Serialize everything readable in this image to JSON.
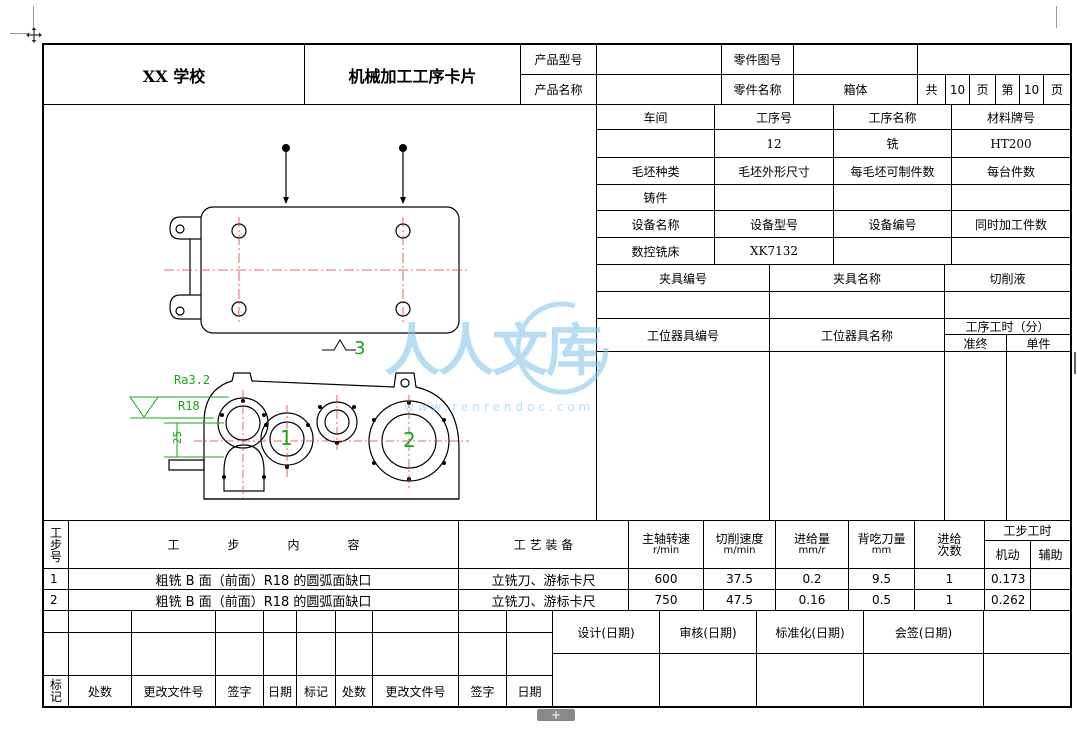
{
  "header": {
    "school": "XX 学校",
    "card_title": "机械加工工序卡片",
    "product_model_label": "产品型号",
    "product_model_value": "",
    "product_name_label": "产品名称",
    "product_name_value": "",
    "part_drawing_label": "零件图号",
    "part_drawing_value": "",
    "part_name_label": "零件名称",
    "part_name_value": "箱体",
    "total_label": "共",
    "total_pages": "10",
    "page_unit1": "页",
    "page_label": "第",
    "page_no": "10",
    "page_unit2": "页"
  },
  "process": {
    "workshop_label": "车间",
    "process_no_label": "工序号",
    "process_name_label": "工序名称",
    "material_label": "材料牌号",
    "workshop_value": "",
    "process_no_value": "12",
    "process_name_value": "铣",
    "material_value": "HT200",
    "blank_type_label": "毛坯种类",
    "blank_size_label": "毛坯外形尺寸",
    "parts_per_blank_label": "每毛坯可制件数",
    "parts_per_unit_label": "每台件数",
    "blank_type_value": "铸件",
    "equipment_name_label": "设备名称",
    "equipment_model_label": "设备型号",
    "equipment_no_label": "设备编号",
    "simultaneous_label": "同时加工件数",
    "equipment_name_value": "数控铣床",
    "equipment_model_value": "XK7132",
    "fixture_no_label": "夹具编号",
    "fixture_name_label": "夹具名称",
    "coolant_label": "切削液",
    "station_tool_no_label": "工位器具编号",
    "station_tool_name_label": "工位器具名称",
    "process_time_label": "工序工时（分）",
    "prep_label": "准终",
    "unit_label": "单件"
  },
  "drawing": {
    "label_3": "3",
    "label_1": "1",
    "label_2": "2",
    "roughness": "Ra3.2",
    "radius": "R18",
    "dim_25": "25"
  },
  "watermark": {
    "text": "人人文库",
    "url": "www.renrendoc.com"
  },
  "steps_header": {
    "step_no": [
      "工",
      "步",
      "号"
    ],
    "content": "工　　　　步　　　　内　　　　容",
    "equipment": "工 艺 装 备",
    "spindle": "主轴转速",
    "spindle_unit": "r/min",
    "cutting_speed": "切削速度",
    "cutting_speed_unit": "m/min",
    "feed": "进给量",
    "feed_unit": "mm/r",
    "depth": "背吃刀量",
    "depth_unit": "mm",
    "passes": [
      "进给",
      "次数"
    ],
    "step_time": "工步工时",
    "machine_time": "机动",
    "aux_time": "辅助"
  },
  "steps": [
    {
      "no": "1",
      "content": "粗铣 B 面（前面）R18 的圆弧面缺口",
      "equipment": "立铣刀、游标卡尺",
      "spindle": "600",
      "speed": "37.5",
      "feed": "0.2",
      "depth": "9.5",
      "passes": "1",
      "machine": "0.173",
      "aux": ""
    },
    {
      "no": "2",
      "content": "粗铣 B 面（前面）R18 的圆弧面缺口",
      "equipment": "立铣刀、游标卡尺",
      "spindle": "750",
      "speed": "47.5",
      "feed": "0.16",
      "depth": "0.5",
      "passes": "1",
      "machine": "0.262",
      "aux": ""
    }
  ],
  "footer": {
    "design": "设计(日期)",
    "review": "审核(日期)",
    "standard": "标准化(日期)",
    "countersign": "会签(日期)",
    "mark": [
      "标",
      "记"
    ],
    "place": "处数",
    "change_doc": "更改文件号",
    "sign": "签字",
    "date": "日期",
    "mark2": "标记",
    "place2": "处数",
    "change_doc2": "更改文件号",
    "sign2": "签字",
    "date2": "日期"
  },
  "ui": {
    "scroll_plus": "+"
  },
  "colors": {
    "drawing_red": "#e53935",
    "drawing_green": "#18a518",
    "watermark_blue": "#7ec3ee"
  }
}
